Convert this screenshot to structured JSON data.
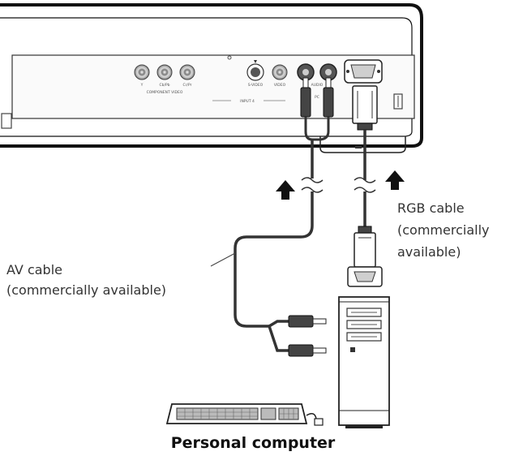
{
  "labels": {
    "av_cable": [
      "AV cable",
      "(commercially available)"
    ],
    "rgb_cable": [
      "RGB cable",
      "(commercially",
      "available)"
    ],
    "caption": "Personal computer"
  },
  "panel": {
    "component_video": "COMPONENT VIDEO",
    "jack_y": "Y",
    "jack_cb": "Cb/Pb",
    "jack_cr": "Cr/Pr",
    "input4": "INPUT 4",
    "s_video": "S-VIDEO",
    "video": "VIDEO",
    "audio": "AUDIO",
    "pc": "PC"
  }
}
